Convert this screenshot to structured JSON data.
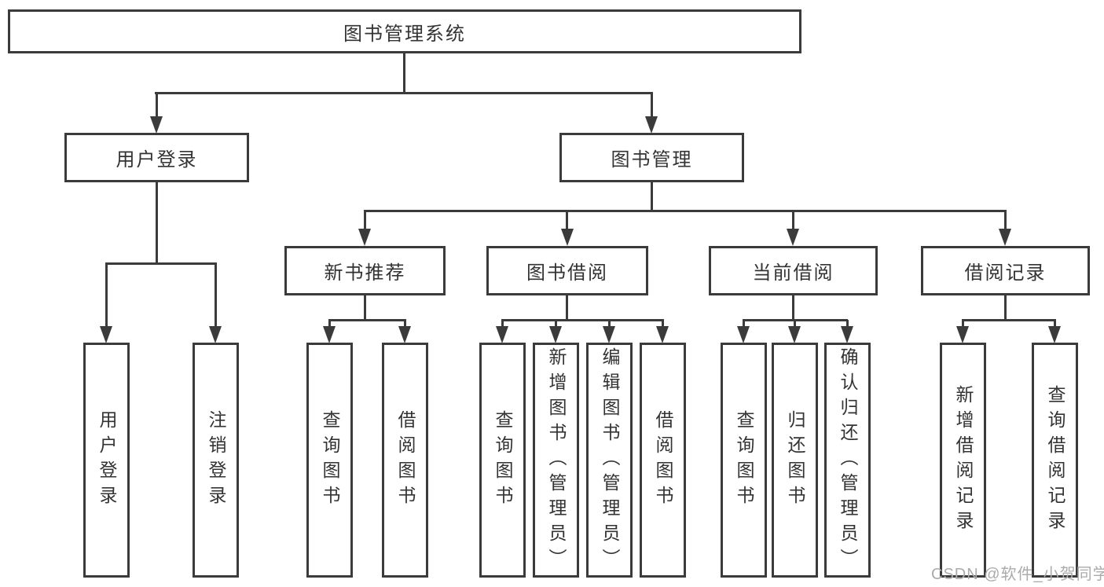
{
  "colors": {
    "line": "#3b3b3b",
    "text": "#333333",
    "watermark": "#ababab"
  },
  "nodes": {
    "root": "图书管理系统",
    "l2": [
      "用户登录",
      "图书管理"
    ],
    "l3": [
      "新书推荐",
      "图书借阅",
      "当前借阅",
      "借阅记录"
    ],
    "l4": [
      "用户登录",
      "注销登录",
      "查询图书",
      "借阅图书",
      "查询图书",
      "新增图书（管理员）",
      "编辑图书（管理员）",
      "借阅图书",
      "查询图书",
      "归还图书",
      "确认归还（管理员）",
      "新增借阅记录",
      "查询借阅记录"
    ]
  },
  "watermark": "CSDN @软件_小贺同学"
}
